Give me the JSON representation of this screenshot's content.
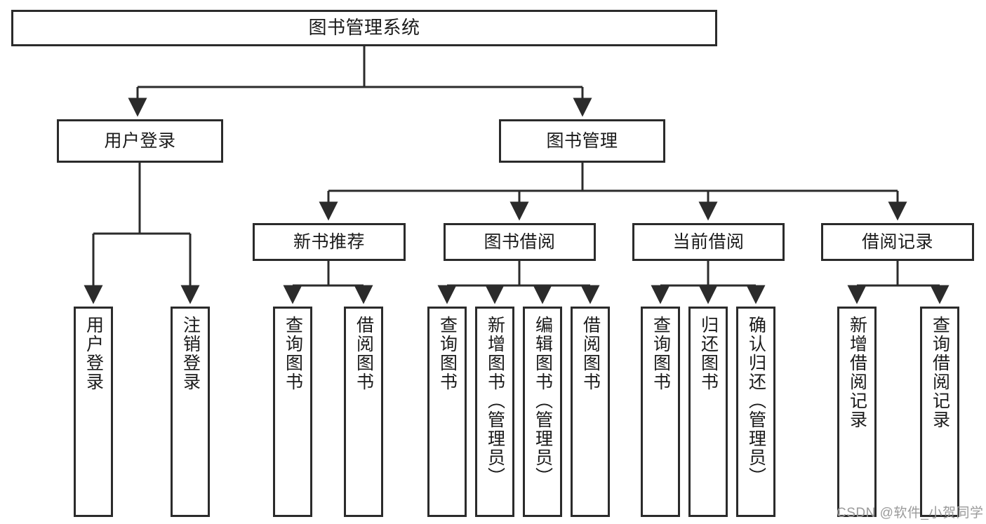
{
  "diagram": {
    "title": "图书管理系统",
    "type": "function-structure-tree",
    "colors": {
      "border": "#2b2b2b",
      "background": "#ffffff",
      "text": "#1a1a1a",
      "watermark": "#9a9a9a"
    },
    "watermark": "CSDN @软件_小贺同学",
    "nodes": {
      "root": {
        "label": "图书管理系统"
      },
      "level1": [
        {
          "id": "user-login",
          "label": "用户登录"
        },
        {
          "id": "book-manage",
          "label": "图书管理"
        }
      ],
      "level2": [
        {
          "id": "new-book-recommend",
          "label": "新书推荐"
        },
        {
          "id": "book-borrow",
          "label": "图书借阅"
        },
        {
          "id": "current-borrow",
          "label": "当前借阅"
        },
        {
          "id": "borrow-record",
          "label": "借阅记录"
        }
      ],
      "leaves": {
        "user-login": [
          {
            "id": "leaf-user-login",
            "label": "用户登录"
          },
          {
            "id": "leaf-user-logout",
            "label": "注销登录"
          }
        ],
        "new-book-recommend": [
          {
            "id": "leaf-query-book-1",
            "label": "查询图书"
          },
          {
            "id": "leaf-borrow-book-1",
            "label": "借阅图书"
          }
        ],
        "book-borrow": [
          {
            "id": "leaf-query-book-2",
            "label": "查询图书"
          },
          {
            "id": "leaf-add-book",
            "label": "新增图书（管理员）"
          },
          {
            "id": "leaf-edit-book",
            "label": "编辑图书（管理员）"
          },
          {
            "id": "leaf-borrow-book-2",
            "label": "借阅图书"
          }
        ],
        "current-borrow": [
          {
            "id": "leaf-query-book-3",
            "label": "查询图书"
          },
          {
            "id": "leaf-return-book",
            "label": "归还图书"
          },
          {
            "id": "leaf-confirm-return",
            "label": "确认归还（管理员）"
          }
        ],
        "borrow-record": [
          {
            "id": "leaf-add-record",
            "label": "新增借阅记录"
          },
          {
            "id": "leaf-query-record",
            "label": "查询借阅记录"
          }
        ]
      }
    }
  }
}
